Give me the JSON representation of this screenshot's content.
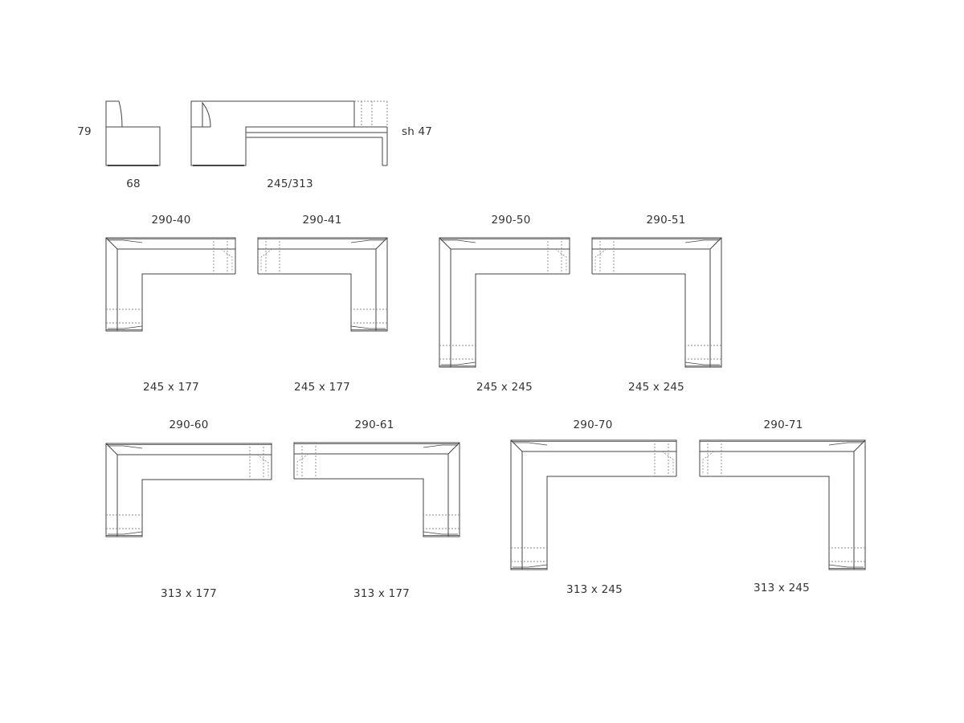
{
  "elevation": {
    "height": "79",
    "depth": "68",
    "length": "245/313",
    "seat_height": "sh 47"
  },
  "models": [
    {
      "code": "290-40",
      "size": "245 x 177"
    },
    {
      "code": "290-41",
      "size": "245 x 177"
    },
    {
      "code": "290-50",
      "size": "245 x 245"
    },
    {
      "code": "290-51",
      "size": "245 x 245"
    },
    {
      "code": "290-60",
      "size": "313 x 177"
    },
    {
      "code": "290-61",
      "size": "313 x 177"
    },
    {
      "code": "290-70",
      "size": "313 x 245"
    },
    {
      "code": "290-71",
      "size": "313 x 245"
    }
  ],
  "colors": {
    "line": "#444444",
    "dotted": "#888888",
    "text": "#333333"
  }
}
